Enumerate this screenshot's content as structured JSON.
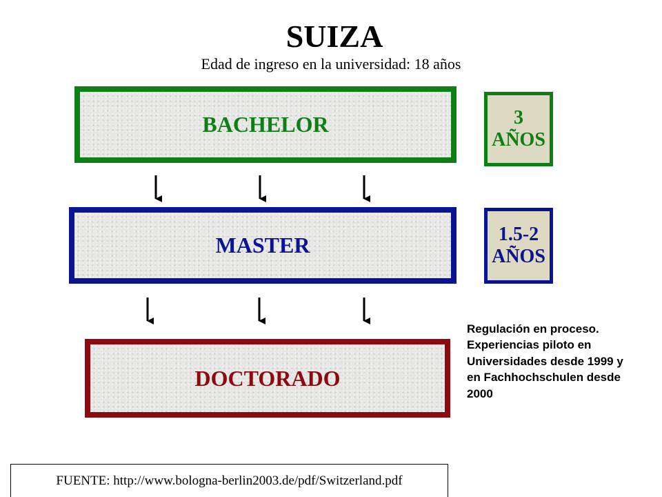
{
  "title": "SUIZA",
  "subtitle": "Edad de ingreso en la universidad: 18 años",
  "colors": {
    "bachelor": "#0d7f14",
    "master": "#0a1490",
    "doctorado": "#8b0a10",
    "duration_border_bachelor": "#0d7f14",
    "duration_border_master": "#0a1490"
  },
  "stages": {
    "bachelor": {
      "label": "BACHELOR",
      "duration_value": "3",
      "duration_unit": "AÑOS"
    },
    "master": {
      "label": "MASTER",
      "duration_value": "1.5-2",
      "duration_unit": "AÑOS"
    },
    "doctorado": {
      "label": "DOCTORADO"
    }
  },
  "note": "Regulación en proceso. Experiencias piloto en Universidades desde 1999 y en Fachhochschulen desde 2000",
  "source": "FUENTE: http://www.bologna-berlin2003.de/pdf/Switzerland.pdf"
}
